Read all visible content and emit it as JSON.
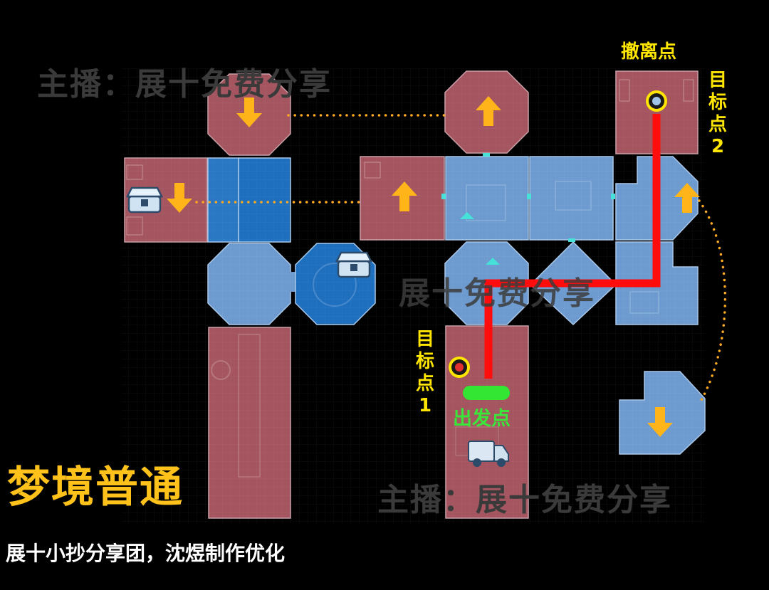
{
  "title": "梦境普通",
  "credit": "展十小抄分享团，沈煜制作优化",
  "watermark": "主播：展十免费分享",
  "watermark_center": "展十免费分享",
  "labels": {
    "extraction": "撤离点",
    "objective1_text": "目标点",
    "objective1_num": "1",
    "objective2_text": "目标点",
    "objective2_num": "2",
    "start": "出发点"
  },
  "colors": {
    "red_room": "#a4555f",
    "blue_room": "#6d9bd0",
    "dark_blue_room": "#1f6fbf",
    "route": "#ff0d0d",
    "arrow": "#ffb41a",
    "dotted_link": "#ffaa22",
    "label_yellow": "#ffe600",
    "start_green": "#33e633",
    "title_orange": "#ffc21a"
  },
  "icons": [
    "chest-icon",
    "skull-objective-icon",
    "extraction-icon",
    "truck-spawn-icon",
    "arrow-up-icon",
    "arrow-down-icon",
    "teleport-marker-icon"
  ]
}
